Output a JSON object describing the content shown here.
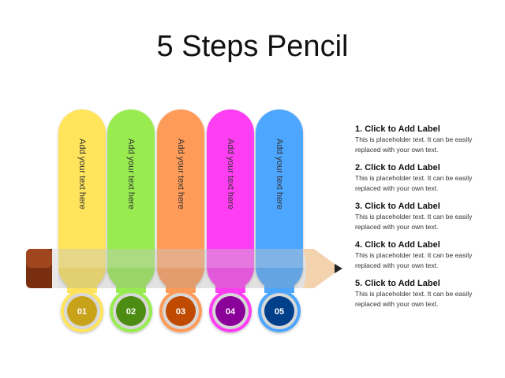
{
  "title": "5 Steps Pencil",
  "steps": [
    {
      "number": "01",
      "text": "Add your text here",
      "color": "#FFE45C",
      "circle": "#C8A31A"
    },
    {
      "number": "02",
      "text": "Add your text here",
      "color": "#98EC50",
      "circle": "#4C8C12"
    },
    {
      "number": "03",
      "text": "Add your text here",
      "color": "#FF9B59",
      "circle": "#C04A00"
    },
    {
      "number": "04",
      "text": "Add your text here",
      "color": "#FF3DF2",
      "circle": "#8A0098"
    },
    {
      "number": "05",
      "text": "Add your text here",
      "color": "#4DA6FF",
      "circle": "#003F8A"
    }
  ],
  "labels": [
    {
      "heading": "1. Click to Add Label",
      "line1": "This is placeholder text. It can be easily",
      "line2": "replaced with your own text."
    },
    {
      "heading": "2. Click to Add Label",
      "line1": "This is placeholder text. It can be easily",
      "line2": "replaced with your own text."
    },
    {
      "heading": "3. Click to Add Label",
      "line1": "This is placeholder text. It can be easily",
      "line2": "replaced with your own text."
    },
    {
      "heading": "4. Click to Add Label",
      "line1": "This is placeholder text. It can be easily",
      "line2": "replaced with your own text."
    },
    {
      "heading": "5. Click to Add Label",
      "line1": "This is placeholder text. It can be easily",
      "line2": "replaced with your own text."
    }
  ]
}
